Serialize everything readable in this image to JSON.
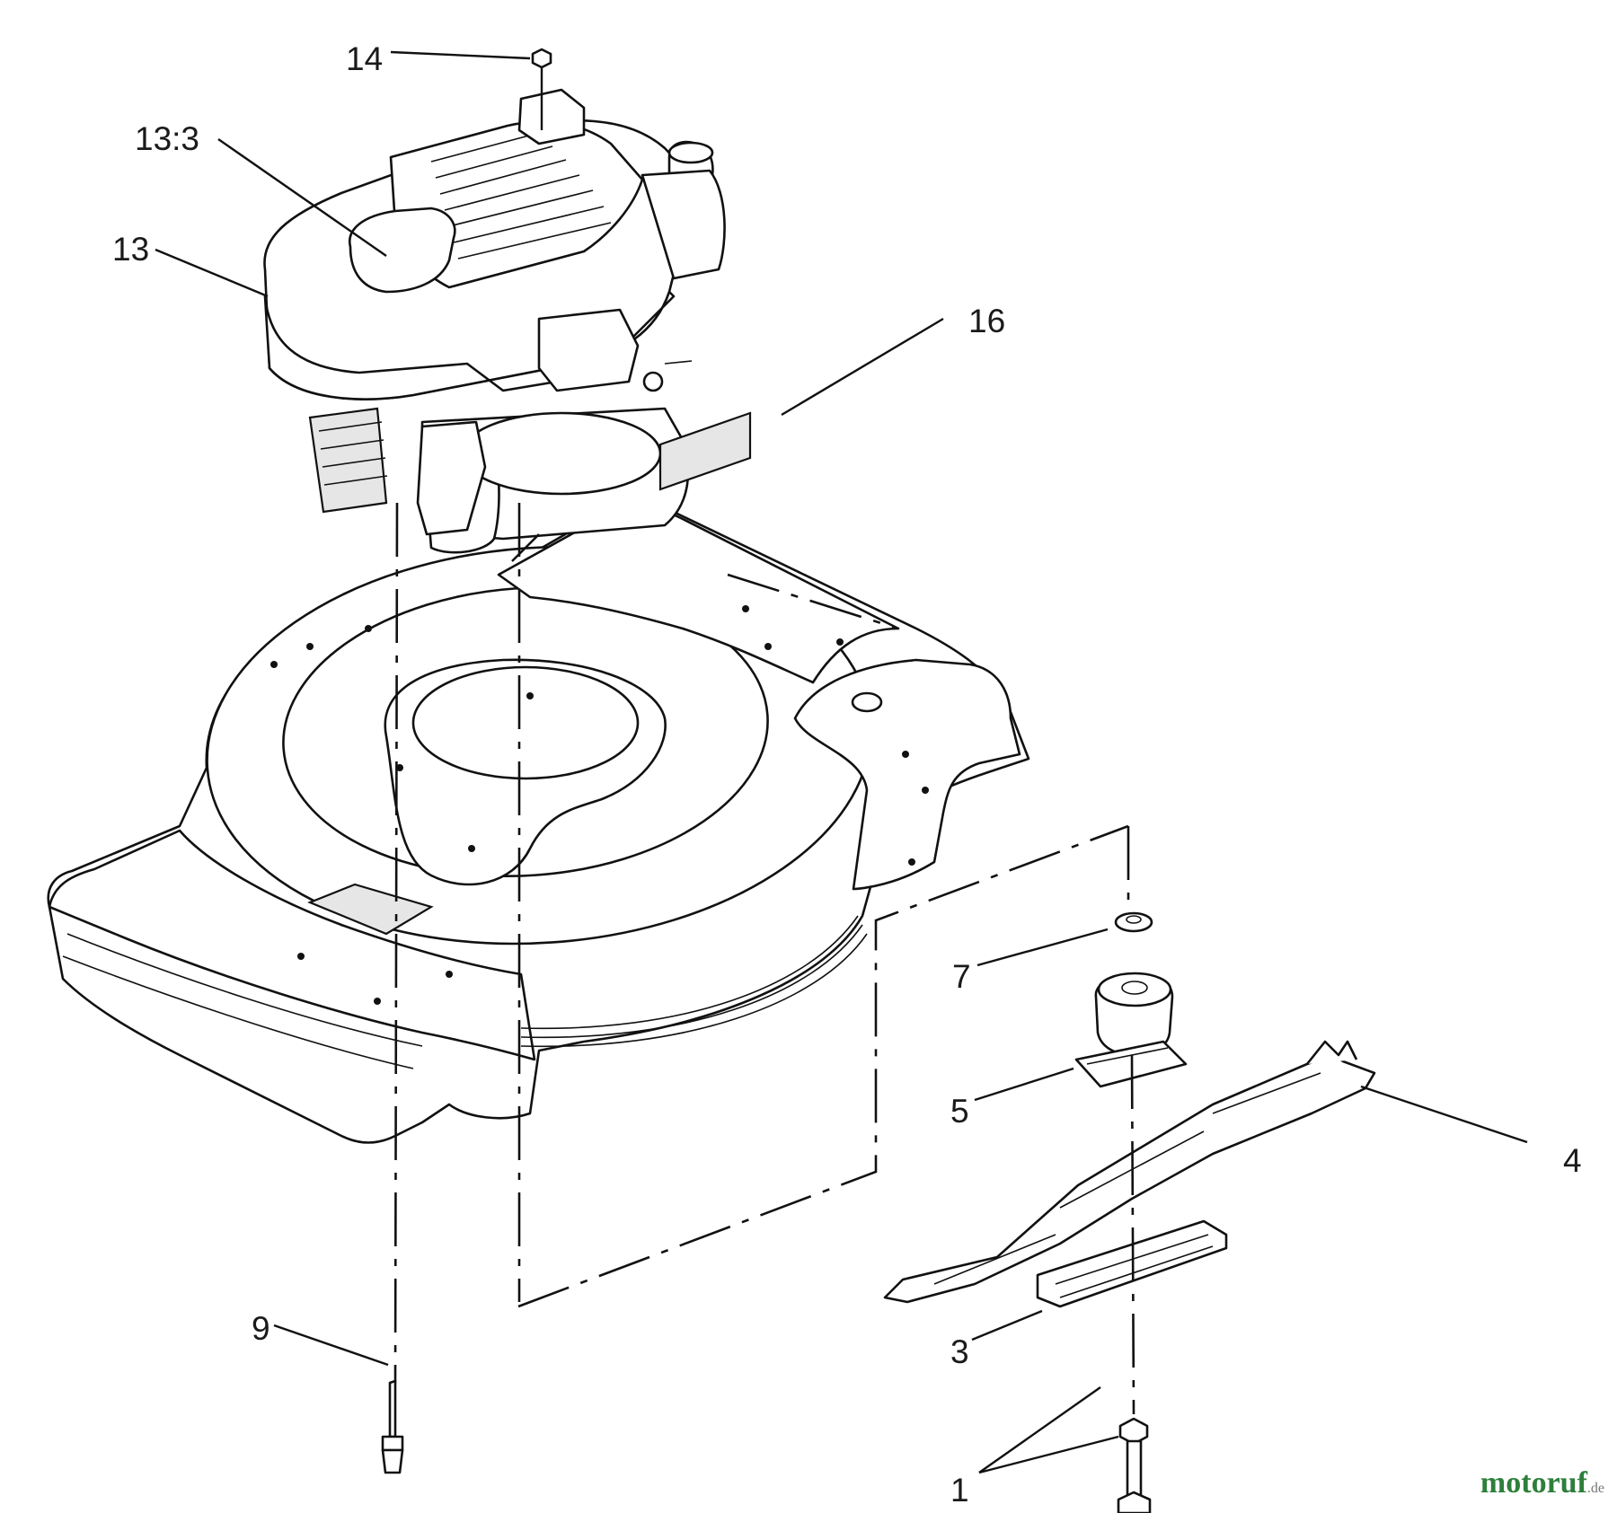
{
  "callouts": [
    {
      "id": "14",
      "text": "14"
    },
    {
      "id": "13-3",
      "text": "13:3"
    },
    {
      "id": "13",
      "text": "13"
    },
    {
      "id": "16",
      "text": "16"
    },
    {
      "id": "7",
      "text": "7"
    },
    {
      "id": "5",
      "text": "5"
    },
    {
      "id": "4",
      "text": "4"
    },
    {
      "id": "9",
      "text": "9"
    },
    {
      "id": "3",
      "text": "3"
    },
    {
      "id": "1",
      "text": "1"
    }
  ],
  "watermark": {
    "brand": "motoruf",
    "suffix": ".de"
  }
}
